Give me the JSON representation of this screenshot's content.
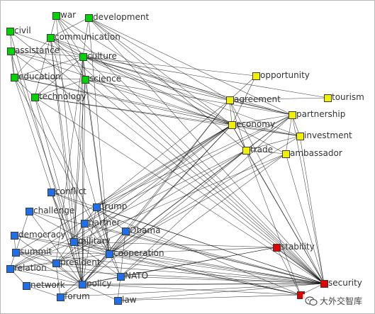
{
  "colors": {
    "green": "#00d400",
    "yellow": "#f0f000",
    "blue": "#1f6fe8",
    "red": "#e00000",
    "edge": "#000000"
  },
  "nodes": [
    {
      "id": "war",
      "label": "war",
      "group": "green"
    },
    {
      "id": "development",
      "label": "development",
      "group": "green"
    },
    {
      "id": "civil",
      "label": "civil",
      "group": "green"
    },
    {
      "id": "communication",
      "label": "communication",
      "group": "green"
    },
    {
      "id": "assistance",
      "label": "assistance",
      "group": "green"
    },
    {
      "id": "culture",
      "label": "culture",
      "group": "green"
    },
    {
      "id": "education",
      "label": "education",
      "group": "green"
    },
    {
      "id": "science",
      "label": "science",
      "group": "green"
    },
    {
      "id": "technology",
      "label": "technology",
      "group": "green"
    },
    {
      "id": "opportunity",
      "label": "opportunity",
      "group": "yellow"
    },
    {
      "id": "agreement",
      "label": "agreement",
      "group": "yellow"
    },
    {
      "id": "tourism",
      "label": "tourism",
      "group": "yellow"
    },
    {
      "id": "partnership",
      "label": "partnership",
      "group": "yellow"
    },
    {
      "id": "economy",
      "label": "economy",
      "group": "yellow"
    },
    {
      "id": "investment",
      "label": "investment",
      "group": "yellow"
    },
    {
      "id": "trade",
      "label": "trade",
      "group": "yellow"
    },
    {
      "id": "ambassador",
      "label": "ambassador",
      "group": "yellow"
    },
    {
      "id": "conflict",
      "label": "conflict",
      "group": "blue"
    },
    {
      "id": "challenge",
      "label": "challenge",
      "group": "blue"
    },
    {
      "id": "Trump",
      "label": "Trump",
      "group": "blue"
    },
    {
      "id": "partner",
      "label": "partner",
      "group": "blue"
    },
    {
      "id": "Obama",
      "label": "Obama",
      "group": "blue"
    },
    {
      "id": "democracy",
      "label": "democracy",
      "group": "blue"
    },
    {
      "id": "military",
      "label": "military",
      "group": "blue"
    },
    {
      "id": "summit",
      "label": "summit",
      "group": "blue"
    },
    {
      "id": "cooperation",
      "label": "cooperation",
      "group": "blue"
    },
    {
      "id": "relation",
      "label": "relation",
      "group": "blue"
    },
    {
      "id": "president",
      "label": "president",
      "group": "blue"
    },
    {
      "id": "NATO",
      "label": "NATO",
      "group": "blue"
    },
    {
      "id": "network",
      "label": "network",
      "group": "blue"
    },
    {
      "id": "policy",
      "label": "policy",
      "group": "blue"
    },
    {
      "id": "forum",
      "label": "forum",
      "group": "blue"
    },
    {
      "id": "law",
      "label": "law",
      "group": "blue"
    },
    {
      "id": "stability",
      "label": "stability",
      "group": "red"
    },
    {
      "id": "security",
      "label": "security",
      "group": "red"
    },
    {
      "id": "peace",
      "label": "",
      "group": "red"
    }
  ],
  "edges": [
    [
      "war",
      "communication"
    ],
    [
      "war",
      "culture"
    ],
    [
      "war",
      "science"
    ],
    [
      "war",
      "economy"
    ],
    [
      "war",
      "security"
    ],
    [
      "war",
      "policy"
    ],
    [
      "development",
      "communication"
    ],
    [
      "development",
      "culture"
    ],
    [
      "development",
      "agreement"
    ],
    [
      "development",
      "partnership"
    ],
    [
      "development",
      "economy"
    ],
    [
      "development",
      "cooperation"
    ],
    [
      "development",
      "security"
    ],
    [
      "development",
      "trade"
    ],
    [
      "civil",
      "culture"
    ],
    [
      "civil",
      "education"
    ],
    [
      "civil",
      "policy"
    ],
    [
      "civil",
      "security"
    ],
    [
      "communication",
      "culture"
    ],
    [
      "communication",
      "science"
    ],
    [
      "communication",
      "technology"
    ],
    [
      "communication",
      "education"
    ],
    [
      "communication",
      "agreement"
    ],
    [
      "communication",
      "economy"
    ],
    [
      "communication",
      "cooperation"
    ],
    [
      "communication",
      "policy"
    ],
    [
      "communication",
      "security"
    ],
    [
      "communication",
      "military"
    ],
    [
      "assistance",
      "culture"
    ],
    [
      "assistance",
      "education"
    ],
    [
      "assistance",
      "economy"
    ],
    [
      "assistance",
      "partnership"
    ],
    [
      "assistance",
      "security"
    ],
    [
      "assistance",
      "military"
    ],
    [
      "culture",
      "science"
    ],
    [
      "culture",
      "education"
    ],
    [
      "culture",
      "technology"
    ],
    [
      "culture",
      "agreement"
    ],
    [
      "culture",
      "opportunity"
    ],
    [
      "culture",
      "partnership"
    ],
    [
      "culture",
      "economy"
    ],
    [
      "culture",
      "tourism"
    ],
    [
      "culture",
      "investment"
    ],
    [
      "culture",
      "cooperation"
    ],
    [
      "culture",
      "policy"
    ],
    [
      "culture",
      "military"
    ],
    [
      "culture",
      "president"
    ],
    [
      "culture",
      "security"
    ],
    [
      "education",
      "science"
    ],
    [
      "education",
      "technology"
    ],
    [
      "education",
      "economy"
    ],
    [
      "education",
      "cooperation"
    ],
    [
      "education",
      "policy"
    ],
    [
      "education",
      "investment"
    ],
    [
      "science",
      "technology"
    ],
    [
      "science",
      "partnership"
    ],
    [
      "science",
      "cooperation"
    ],
    [
      "science",
      "economy"
    ],
    [
      "science",
      "policy"
    ],
    [
      "science",
      "security"
    ],
    [
      "science",
      "military"
    ],
    [
      "technology",
      "economy"
    ],
    [
      "technology",
      "investment"
    ],
    [
      "technology",
      "cooperation"
    ],
    [
      "technology",
      "security"
    ],
    [
      "technology",
      "military"
    ],
    [
      "opportunity",
      "economy"
    ],
    [
      "opportunity",
      "agreement"
    ],
    [
      "agreement",
      "partnership"
    ],
    [
      "agreement",
      "economy"
    ],
    [
      "agreement",
      "tourism"
    ],
    [
      "agreement",
      "cooperation"
    ],
    [
      "agreement",
      "policy"
    ],
    [
      "agreement",
      "trade"
    ],
    [
      "agreement",
      "security"
    ],
    [
      "partnership",
      "economy"
    ],
    [
      "partnership",
      "investment"
    ],
    [
      "partnership",
      "trade"
    ],
    [
      "partnership",
      "cooperation"
    ],
    [
      "partnership",
      "security"
    ],
    [
      "partnership",
      "ambassador"
    ],
    [
      "partnership",
      "NATO"
    ],
    [
      "economy",
      "investment"
    ],
    [
      "economy",
      "trade"
    ],
    [
      "economy",
      "ambassador"
    ],
    [
      "economy",
      "cooperation"
    ],
    [
      "economy",
      "policy"
    ],
    [
      "economy",
      "military"
    ],
    [
      "economy",
      "security"
    ],
    [
      "economy",
      "president"
    ],
    [
      "economy",
      "Trump"
    ],
    [
      "economy",
      "relation"
    ],
    [
      "economy",
      "summit"
    ],
    [
      "investment",
      "trade"
    ],
    [
      "investment",
      "cooperation"
    ],
    [
      "investment",
      "security"
    ],
    [
      "trade",
      "ambassador"
    ],
    [
      "trade",
      "cooperation"
    ],
    [
      "trade",
      "policy"
    ],
    [
      "trade",
      "security"
    ],
    [
      "trade",
      "relation"
    ],
    [
      "trade",
      "president"
    ],
    [
      "trade",
      "peace"
    ],
    [
      "ambassador",
      "cooperation"
    ],
    [
      "ambassador",
      "relation"
    ],
    [
      "ambassador",
      "NATO"
    ],
    [
      "ambassador",
      "security"
    ],
    [
      "conflict",
      "military"
    ],
    [
      "conflict",
      "security"
    ],
    [
      "conflict",
      "peace"
    ],
    [
      "conflict",
      "policy"
    ],
    [
      "challenge",
      "security"
    ],
    [
      "challenge",
      "cooperation"
    ],
    [
      "challenge",
      "policy"
    ],
    [
      "challenge",
      "summit"
    ],
    [
      "Trump",
      "Obama"
    ],
    [
      "Trump",
      "president"
    ],
    [
      "Trump",
      "policy"
    ],
    [
      "Trump",
      "NATO"
    ],
    [
      "Trump",
      "security"
    ],
    [
      "Trump",
      "partnership"
    ],
    [
      "Trump",
      "agreement"
    ],
    [
      "partner",
      "cooperation"
    ],
    [
      "partner",
      "policy"
    ],
    [
      "partner",
      "security"
    ],
    [
      "partner",
      "military"
    ],
    [
      "partner",
      "partnership"
    ],
    [
      "partner",
      "economy"
    ],
    [
      "Obama",
      "president"
    ],
    [
      "Obama",
      "policy"
    ],
    [
      "Obama",
      "security"
    ],
    [
      "Obama",
      "NATO"
    ],
    [
      "democracy",
      "policy"
    ],
    [
      "democracy",
      "summit"
    ],
    [
      "democracy",
      "security"
    ],
    [
      "democracy",
      "peace"
    ],
    [
      "military",
      "cooperation"
    ],
    [
      "military",
      "policy"
    ],
    [
      "military",
      "NATO"
    ],
    [
      "military",
      "security"
    ],
    [
      "military",
      "peace"
    ],
    [
      "military",
      "stability"
    ],
    [
      "summit",
      "cooperation"
    ],
    [
      "summit",
      "relation"
    ],
    [
      "summit",
      "policy"
    ],
    [
      "summit",
      "security"
    ],
    [
      "summit",
      "president"
    ],
    [
      "cooperation",
      "policy"
    ],
    [
      "cooperation",
      "security"
    ],
    [
      "cooperation",
      "stability"
    ],
    [
      "cooperation",
      "peace"
    ],
    [
      "cooperation",
      "NATO"
    ],
    [
      "cooperation",
      "relation"
    ],
    [
      "relation",
      "policy"
    ],
    [
      "relation",
      "president"
    ],
    [
      "relation",
      "security"
    ],
    [
      "relation",
      "network"
    ],
    [
      "president",
      "policy"
    ],
    [
      "president",
      "security"
    ],
    [
      "president",
      "forum"
    ],
    [
      "president",
      "NATO"
    ],
    [
      "NATO",
      "security"
    ],
    [
      "NATO",
      "policy"
    ],
    [
      "NATO",
      "law"
    ],
    [
      "NATO",
      "stability"
    ],
    [
      "network",
      "policy"
    ],
    [
      "network",
      "security"
    ],
    [
      "network",
      "forum"
    ],
    [
      "policy",
      "forum"
    ],
    [
      "policy",
      "law"
    ],
    [
      "policy",
      "security"
    ],
    [
      "policy",
      "peace"
    ],
    [
      "policy",
      "stability"
    ],
    [
      "forum",
      "security"
    ],
    [
      "forum",
      "cooperation"
    ],
    [
      "law",
      "security"
    ],
    [
      "law",
      "peace"
    ],
    [
      "stability",
      "security"
    ],
    [
      "stability",
      "peace"
    ],
    [
      "security",
      "peace"
    ]
  ],
  "watermark": {
    "icon": "wechat-icon",
    "text": "大外交智库"
  }
}
